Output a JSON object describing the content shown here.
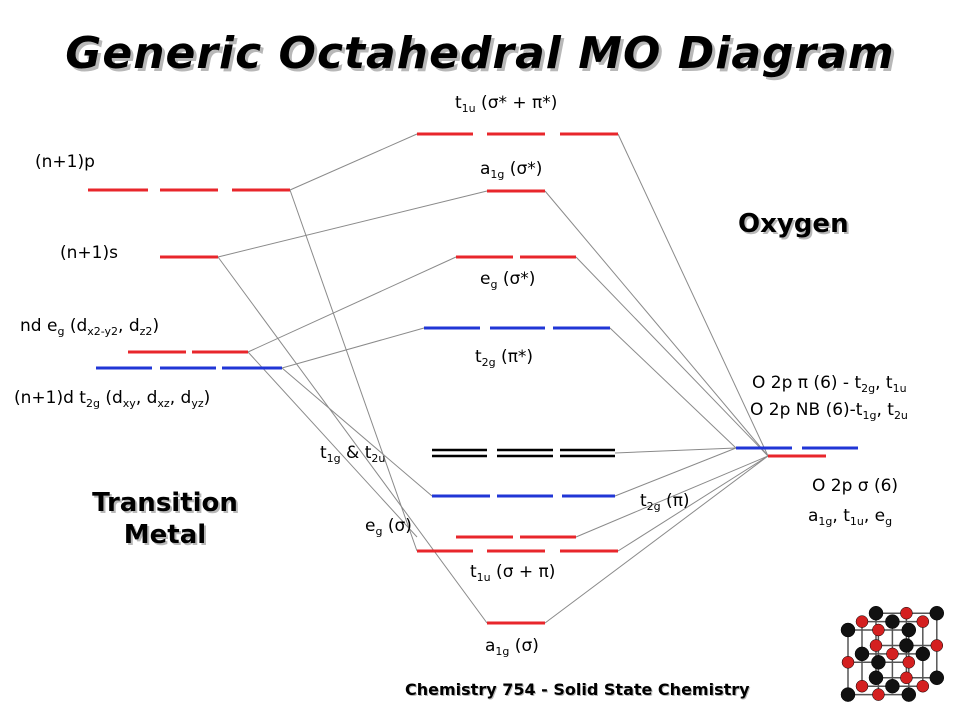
{
  "title": "Generic Octahedral MO Diagram",
  "footer": "Chemistry 754 - Solid State Chemistry",
  "colors": {
    "red": "#e8262b",
    "blue": "#2036d6",
    "black": "#000000",
    "connector": "#8a8a8a"
  },
  "left_labels": {
    "np1p": "(n+1)p",
    "np1s": "(n+1)s",
    "nd_eg": "nd e",
    "nd_eg_g": "g",
    "nd_eg_rest_open": " (d",
    "nd_eg_x2y2": "x2-y2",
    "nd_eg_sep": ", d",
    "nd_eg_z2": "z2",
    "nd_eg_close": ")",
    "t2g_main": "(n+1)d t",
    "t2g_sub": "2g",
    "t2g_open": " (d",
    "t2g_xy": "xy",
    "t2g_sep1": ", d",
    "t2g_xz": "xz",
    "t2g_sep2": ", d",
    "t2g_yz": "yz",
    "t2g_close": ")"
  },
  "mo_labels": {
    "t1u_star_t": "t",
    "t1u_star_sub": "1u",
    "t1u_star_text": " (σ* + π*)",
    "a1g_star_a": "a",
    "a1g_star_sub": "1g",
    "a1g_star_text": " (σ*)",
    "eg_star_e": "e",
    "eg_star_sub": "g",
    "eg_star_text": " (σ*)",
    "t2g_star_t": "t",
    "t2g_star_sub": "2g",
    "t2g_star_text": " (π*)",
    "t1g_t": "t",
    "t1g_sub": "1g",
    "t1g_amp": " & t",
    "t2u_sub": "2u",
    "t2g_pi_t": "t",
    "t2g_pi_sub": "2g",
    "t2g_pi_text": " (π)",
    "eg_sigma_e": "e",
    "eg_sigma_sub": "g",
    "eg_sigma_text": " (σ)",
    "t1u_t": "t",
    "t1u_sub": "1u",
    "t1u_text": " (σ + π)",
    "a1g_a": "a",
    "a1g_sub": "1g",
    "a1g_text": " (σ)"
  },
  "right_labels": {
    "o2p_pi_1": "O 2p π (6) - t",
    "o2p_pi_sub1": "2g",
    "o2p_pi_2": ", t",
    "o2p_pi_sub2": "1u",
    "o2p_nb_1": "O 2p NB (6)-t",
    "o2p_nb_sub1": "1g",
    "o2p_nb_2": ", t",
    "o2p_nb_sub2": "2u",
    "o2p_sigma": "O 2p σ (6)",
    "o2p_sigma_a": "a",
    "o2p_sigma_sub_a": "1g",
    "o2p_sigma_t": ", t",
    "o2p_sigma_sub_t": "1u",
    "o2p_sigma_e": ", e",
    "o2p_sigma_sub_e": "g"
  },
  "section_labels": {
    "oxygen": "Oxygen",
    "tm_line1": "Transition",
    "tm_line2": "Metal"
  }
}
